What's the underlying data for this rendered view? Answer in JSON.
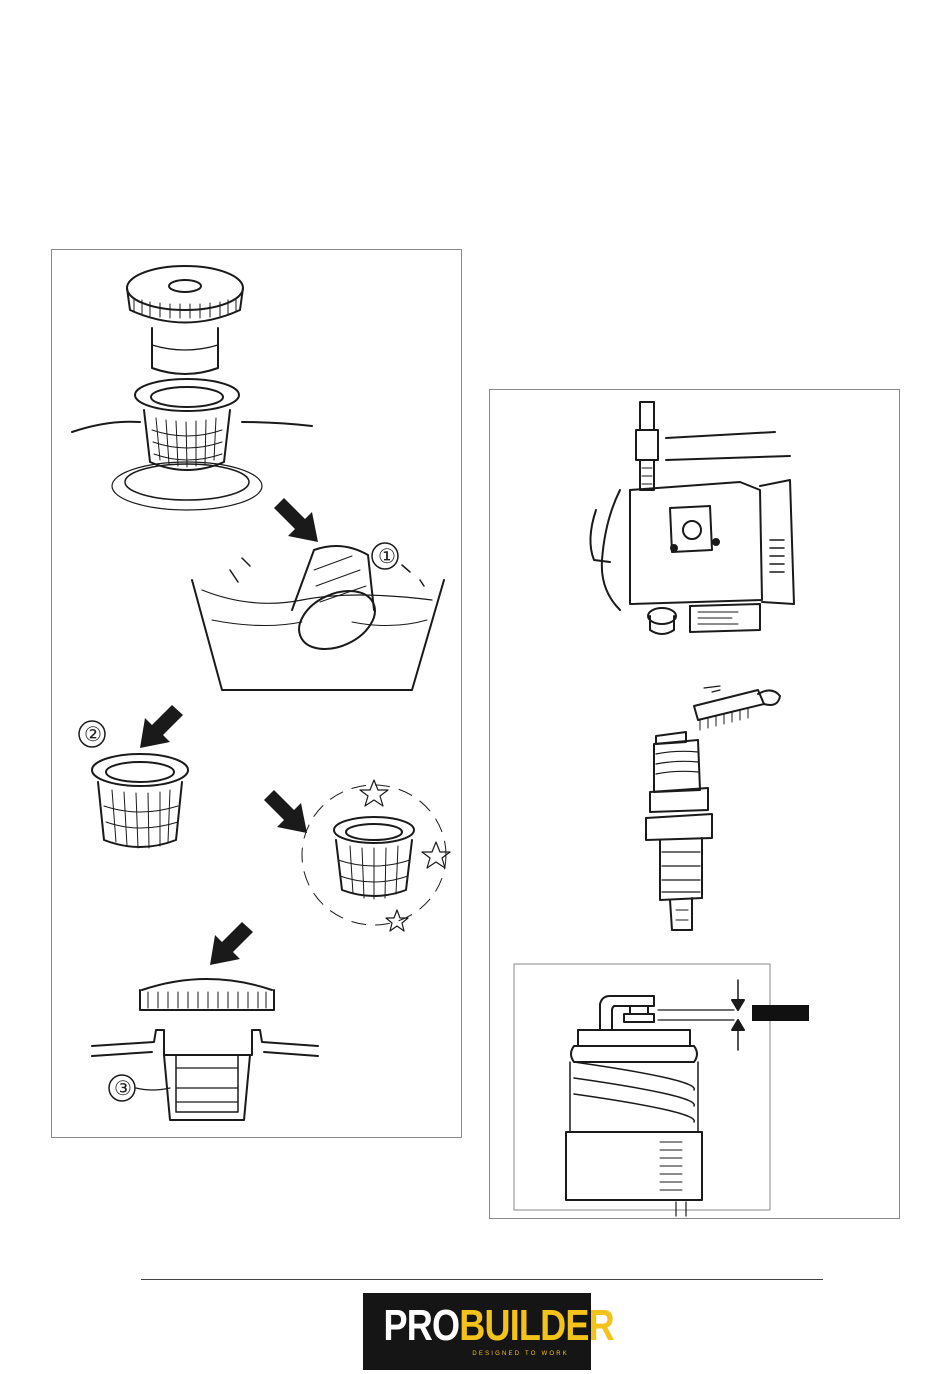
{
  "fuel_filter_panel": {
    "steps": [
      "①",
      "②",
      "③"
    ]
  },
  "spark_plug_panel": {
    "gap_label": ""
  },
  "footer": {
    "logo": {
      "brand_part1": "PRO",
      "brand_part2": "BUILDER",
      "tagline": "DESIGNED TO WORK"
    }
  },
  "colors": {
    "logo_background": "#151515",
    "logo_yellow": "#f3c21b",
    "line_art": "#1a1a1a"
  }
}
